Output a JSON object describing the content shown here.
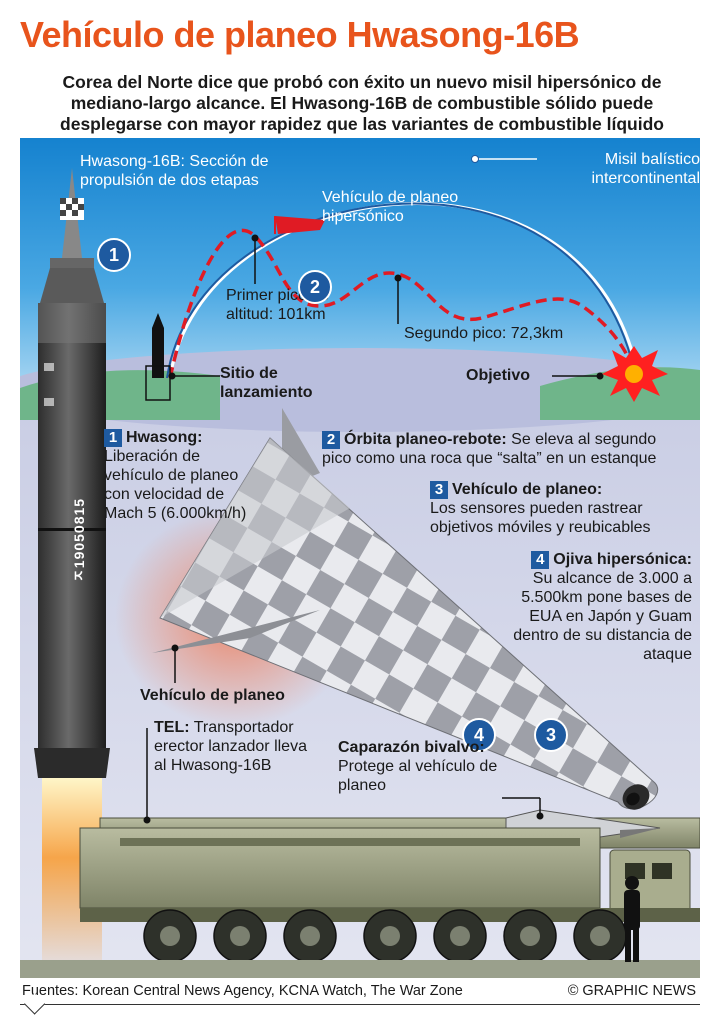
{
  "header": {
    "title": "Vehículo de planeo Hwasong-16B",
    "subtitle": "Corea del Norte dice que probó con éxito un nuevo misil hipersónico de mediano-largo alcance. El Hwasong-16B de combustible sólido puede desplegarse con mayor rapidez que las variantes de combustible líquido"
  },
  "labels": {
    "propulsion": "Hwasong-16B: Sección de propulsión de dos etapas",
    "icbm": "Misil balístico intercontinental",
    "hgv": "Vehículo de planeo hipersónico",
    "first_peak": "Primer pico de altitud: 101km",
    "second_peak": "Segundo pico: 72,3km",
    "launch_site": "Sitio de lanzamiento",
    "target": "Objetivo",
    "glide_vehicle": "Vehículo de planeo",
    "missile_serial": "ㅈ19050815"
  },
  "notes": [
    {
      "num": "1",
      "head": "Hwasong:",
      "body": "Liberación de vehículo de planeo con velocidad de Mach 5 (6.000km/h)"
    },
    {
      "num": "2",
      "head": "Órbita planeo-rebote:",
      "body": "Se eleva al segundo pico como una roca que “salta” en un estanque"
    },
    {
      "num": "3",
      "head": "Vehículo de planeo:",
      "body": "Los sensores pueden rastrear objetivos móviles y reubicables"
    },
    {
      "num": "4",
      "head": "Ojiva hipersónica:",
      "body": "Su alcance de 3.000 a 5.500km pone bases de EUA en Japón y Guam dentro de su distancia de ataque"
    },
    {
      "head": "TEL:",
      "body": "Transportador erector lanzador lleva al Hwasong-16B"
    },
    {
      "head": "Caparazón bivalvo:",
      "body": "Protege al vehículo de planeo"
    }
  ],
  "markers": [
    "1",
    "2",
    "3",
    "4"
  ],
  "footer": {
    "sources": "Fuentes: Korean Central News Agency, KCNA Watch, The War Zone",
    "brand": "© GRAPHIC NEWS"
  },
  "colors": {
    "accent": "#e8541c",
    "sky": "#1a8fd6",
    "number": "#1e5aa0",
    "trajectory": "#e01b24",
    "ground": "#6fb58a"
  }
}
